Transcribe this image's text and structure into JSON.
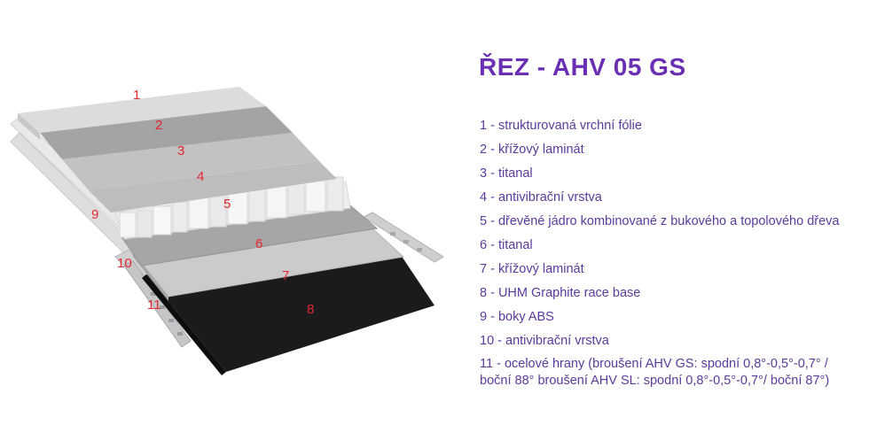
{
  "title": "ŘEZ - AHV 05 GS",
  "colors": {
    "title": "#6a2fb2",
    "legend_text": "#5b3a9c",
    "layer_numbers": "#e3262c"
  },
  "layer_numbers": [
    "1",
    "2",
    "3",
    "4",
    "5",
    "6",
    "7",
    "8",
    "9",
    "10",
    "11"
  ],
  "legend": [
    "1 - strukturovaná vrchní fólie",
    "2 - křížový laminát",
    "3 - titanal",
    "4 - antivibrační vrstva",
    "5 - dřevěné jádro kombinované z bukového a topolového dřeva",
    "6 - titanal",
    "7 - křížový laminát",
    "8 - UHM Graphite race base",
    "9 - boky ABS",
    "10 - antivibrační vrstva",
    "11 - ocelové hrany (broušení AHV GS: spodní 0,8°-0,5°-0,7° / boční 88° broušení AHV SL: spodní 0,8°-0,5°-0,7°/ boční 87°)"
  ]
}
